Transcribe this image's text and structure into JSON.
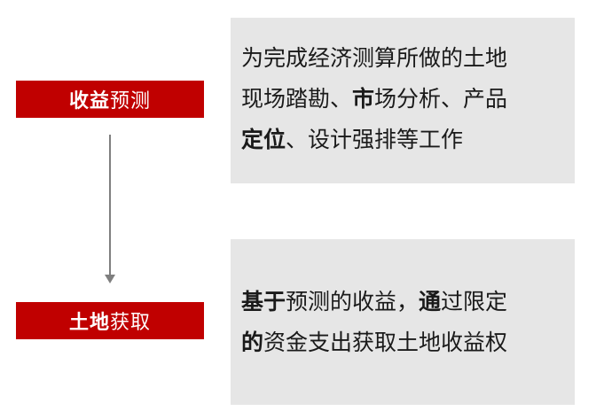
{
  "steps": [
    {
      "label_bold": "收益",
      "label_rest": "预测",
      "description_lines": [
        [
          "为完成经济测算所做的土地",
          ""
        ],
        [
          "现场踏勘、",
          "市",
          "场分析、产品"
        ],
        [
          "",
          "定位",
          "、设计强排等工作"
        ]
      ]
    },
    {
      "label_bold": "土地",
      "label_rest": "获取",
      "description_lines": [
        [
          "",
          "基于",
          "预测的收益，",
          "通",
          "过限定"
        ],
        [
          "",
          "的",
          "资金支出获取土地收益权"
        ]
      ]
    }
  ],
  "colors": {
    "label_bg": "#c00000",
    "label_text": "#ffffff",
    "panel_bg": "#e6e6e6",
    "connector": "#7f7f7f"
  }
}
